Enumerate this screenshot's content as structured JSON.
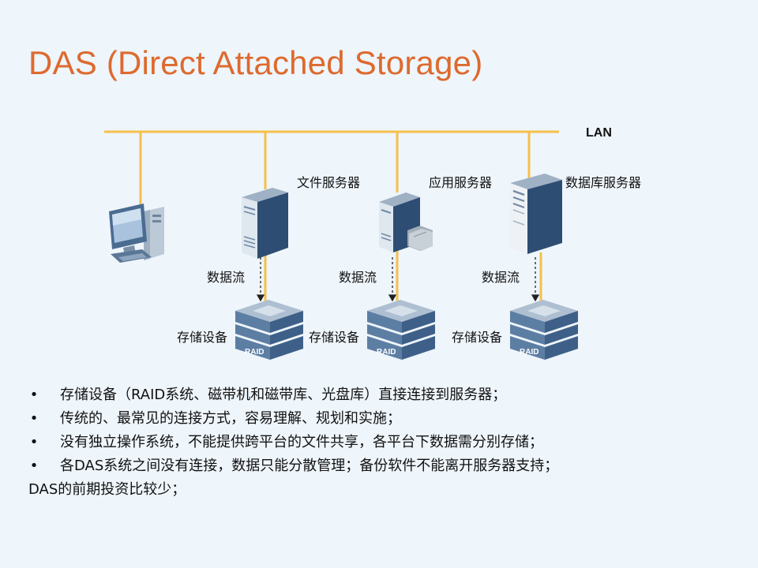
{
  "title": "DAS (Direct Attached Storage)",
  "diagram": {
    "lan_label": "LAN",
    "servers": [
      {
        "name": "文件服务器",
        "flow_label": "数据流",
        "storage_label": "存储设备",
        "raid_label": "RAID"
      },
      {
        "name": "应用服务器",
        "flow_label": "数据流",
        "storage_label": "存储设备",
        "raid_label": "RAID"
      },
      {
        "name": "数据库服务器",
        "flow_label": "数据流",
        "storage_label": "存储设备",
        "raid_label": "RAID"
      }
    ],
    "colors": {
      "lan_line": "#f5c04a",
      "title": "#dd6a2e",
      "device_dark": "#34557a",
      "device_light": "#dfe7ef"
    }
  },
  "bullets": [
    "存储设备（RAID系统、磁带机和磁带库、光盘库）直接连接到服务器；",
    "传统的、最常见的连接方式，容易理解、规划和实施；",
    "没有独立操作系统，不能提供跨平台的文件共享，各平台下数据需分别存储；",
    "各DAS系统之间没有连接，数据只能分散管理；备份软件不能离开服务器支持；"
  ],
  "plain_line": "DAS的前期投资比较少；",
  "bullet_glyph": "•"
}
